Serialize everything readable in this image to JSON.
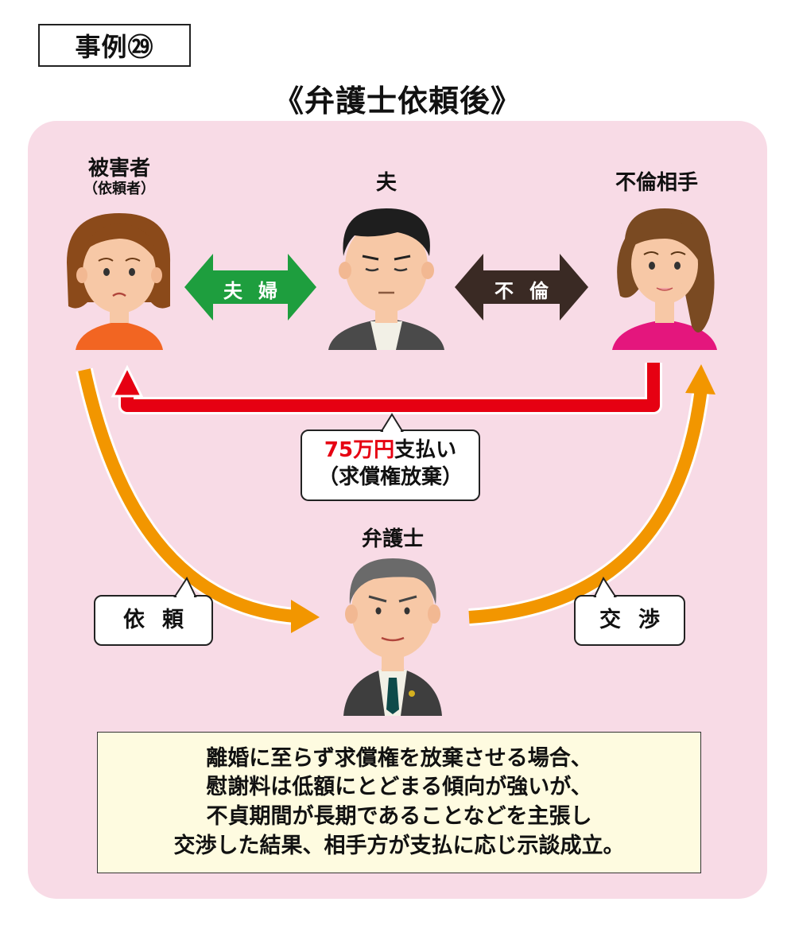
{
  "case_label": "事例㉙",
  "title": "《弁護士依頼後》",
  "persons": {
    "victim": {
      "label": "被害者",
      "sub": "（依頼者）"
    },
    "husband": {
      "label": "夫"
    },
    "partner": {
      "label": "不倫相手"
    },
    "lawyer": {
      "label": "弁護士"
    }
  },
  "relations": {
    "couple": "夫婦",
    "affair": "不倫"
  },
  "payment": {
    "amount": "75万円",
    "amount_color": "#e60012",
    "action": "支払い",
    "note": "（求償権放棄）"
  },
  "bubbles": {
    "request": "依頼",
    "negotiation": "交渉"
  },
  "summary_lines": [
    "離婚に至らず求償権を放棄させる場合、",
    "慰謝料は低額にとどまる傾向が強いが、",
    "不貞期間が長期であることなどを主張し",
    "交渉した結果、相手方が支払に応じ示談成立。"
  ],
  "colors": {
    "panel": "#f8dbe6",
    "couple_arrow": "#1e9e3e",
    "affair_arrow": "#3a2a24",
    "payment_arrow": "#e60012",
    "lawyer_arrow": "#f29600",
    "summary_bg": "#fefbe0"
  },
  "icons": [
    "victim-woman-icon",
    "husband-man-icon",
    "affair-partner-woman-icon",
    "lawyer-man-icon"
  ]
}
